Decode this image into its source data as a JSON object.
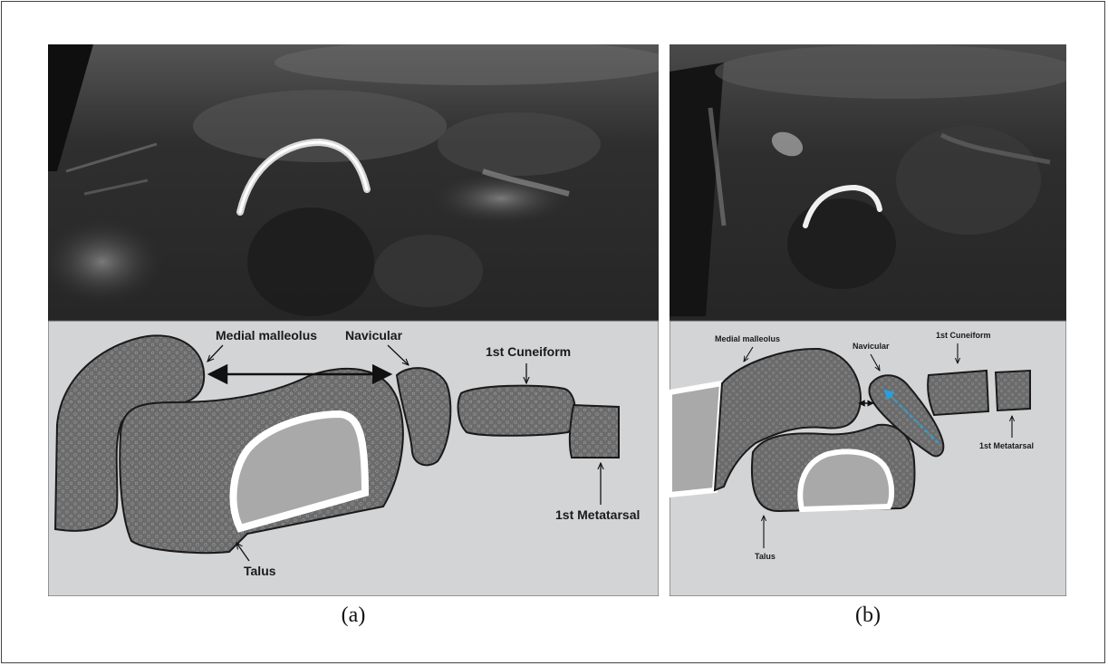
{
  "panels": [
    {
      "caption": "(a)",
      "labels": {
        "medial_malleolus": "Medial malleolus",
        "navicular": "Navicular",
        "first_cuneiform": "1st Cuneiform",
        "first_metatarsal": "1st Metatarsal",
        "talus": "Talus"
      }
    },
    {
      "caption": "(b)",
      "labels": {
        "medial_malleolus": "Medial malleolus",
        "navicular": "Navicular",
        "first_cuneiform": "1st Cuneiform",
        "first_metatarsal": "1st Metatarsal",
        "talus": "Talus"
      }
    }
  ],
  "colors": {
    "schematic_background": "#d3d4d6",
    "bone_fill": "#6b6b6b",
    "cartilage_fill": "#a9a9a9",
    "arrow_blue": "#2a9fd8"
  }
}
